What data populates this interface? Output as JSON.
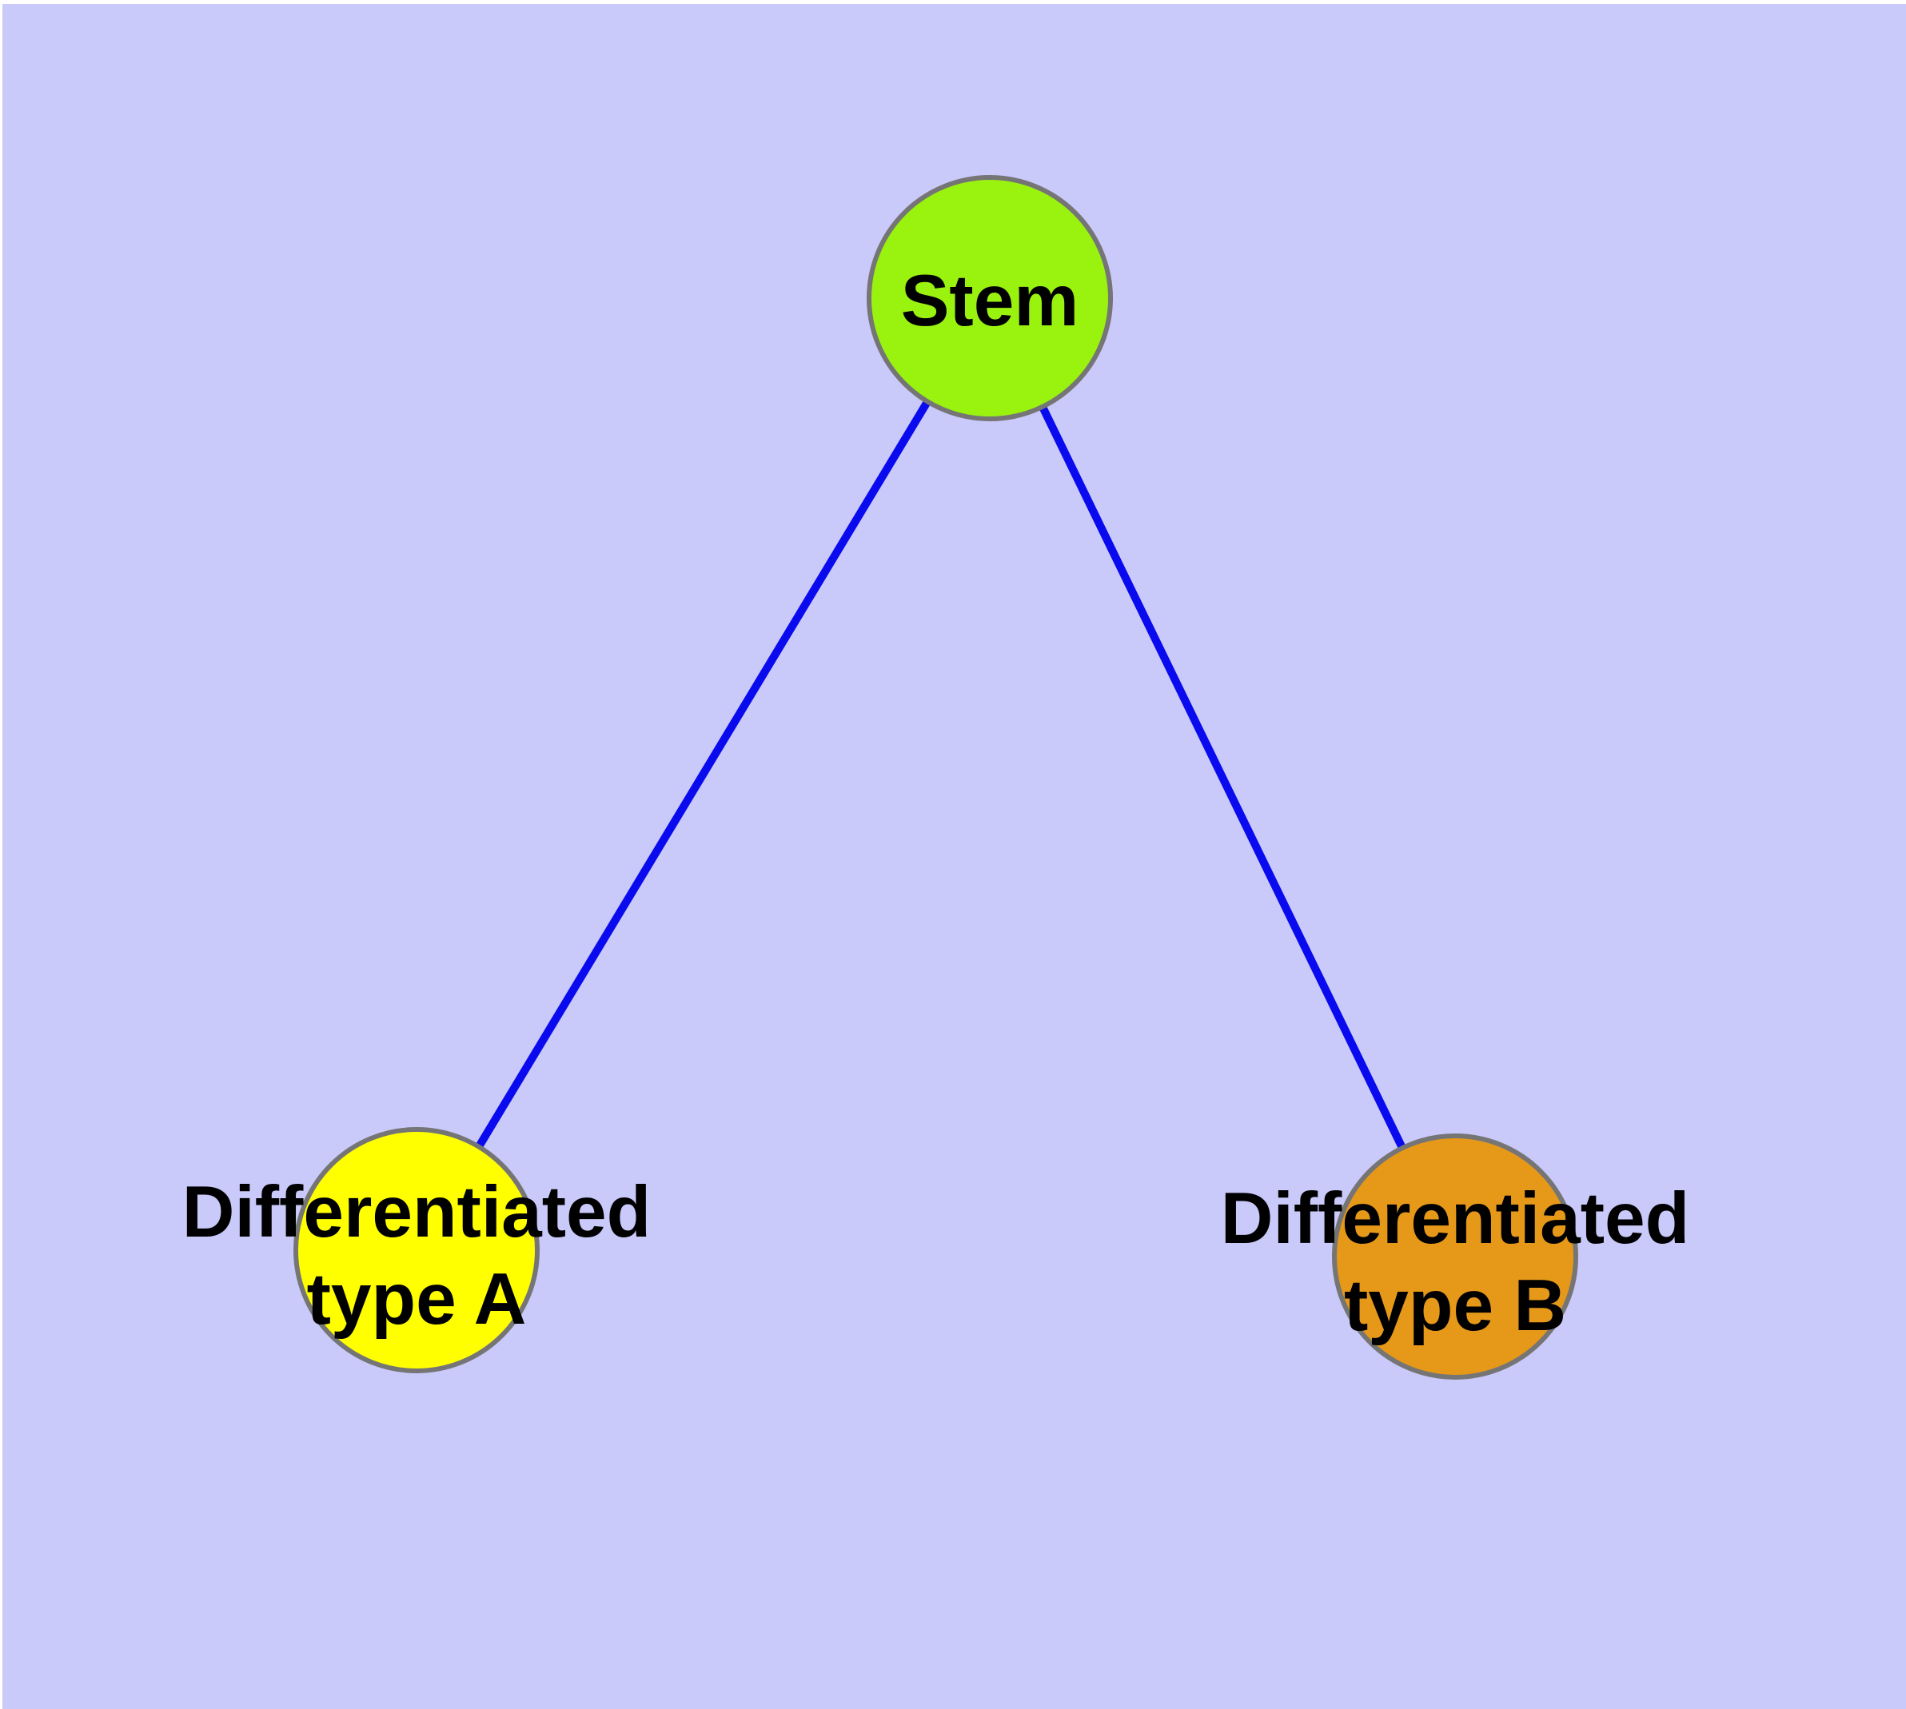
{
  "diagram": {
    "background_color": "#c9c9fa",
    "edge_color": "#0a0aee",
    "node_border_color": "#757575",
    "label_color": "#000000",
    "nodes": [
      {
        "id": "stem",
        "label": "Stem",
        "lines": [
          "Stem"
        ],
        "fill": "#9af20f"
      },
      {
        "id": "differentiated-type-a",
        "label": "Differentiated type A",
        "lines": [
          "Differentiated",
          "type A"
        ],
        "fill": "#ffff00"
      },
      {
        "id": "differentiated-type-b",
        "label": "Differentiated type B",
        "lines": [
          "Differentiated",
          "type B"
        ],
        "fill": "#e69819"
      }
    ],
    "edges": [
      {
        "from": "stem",
        "to": "differentiated-type-a"
      },
      {
        "from": "stem",
        "to": "differentiated-type-b"
      }
    ]
  }
}
